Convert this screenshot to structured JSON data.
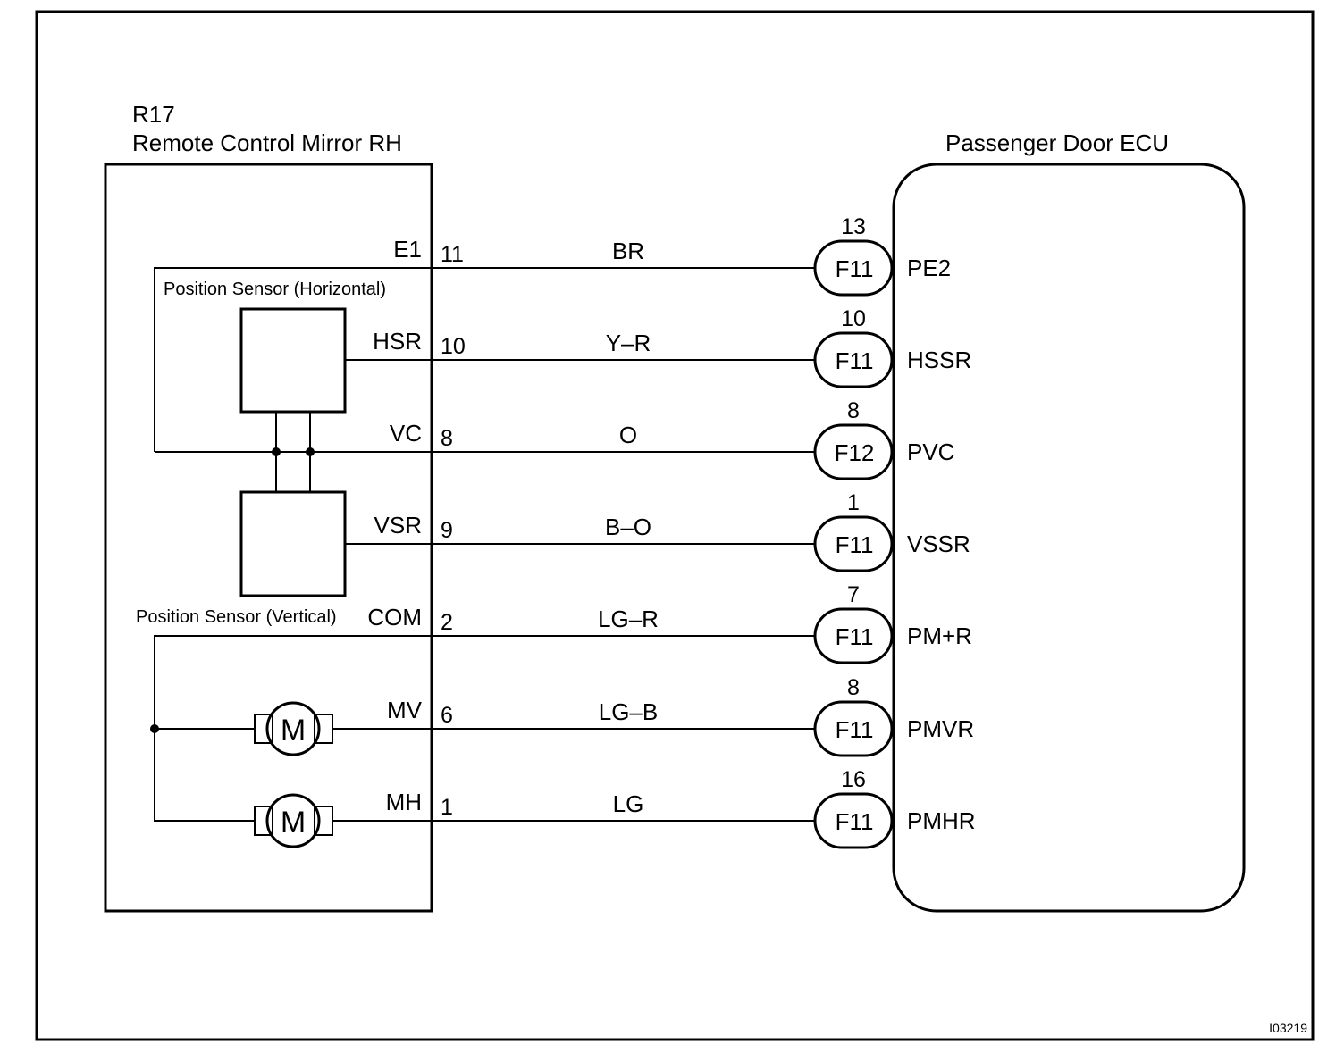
{
  "frame": {
    "id": "I03219"
  },
  "mirror": {
    "code": "R17",
    "name": "Remote Control Mirror RH",
    "sensor_horizontal": "Position Sensor (Horizontal)",
    "sensor_vertical": "Position Sensor (Vertical)",
    "motor_symbol": "M"
  },
  "ecu": {
    "name": "Passenger Door ECU"
  },
  "circuits": [
    {
      "terminal": "E1",
      "pin": "11",
      "wire": "BR",
      "conn_pin": "13",
      "connector": "F11",
      "ecu_terminal": "PE2"
    },
    {
      "terminal": "HSR",
      "pin": "10",
      "wire": "Y–R",
      "conn_pin": "10",
      "connector": "F11",
      "ecu_terminal": "HSSR"
    },
    {
      "terminal": "VC",
      "pin": "8",
      "wire": "O",
      "conn_pin": "8",
      "connector": "F12",
      "ecu_terminal": "PVC"
    },
    {
      "terminal": "VSR",
      "pin": "9",
      "wire": "B–O",
      "conn_pin": "1",
      "connector": "F11",
      "ecu_terminal": "VSSR"
    },
    {
      "terminal": "COM",
      "pin": "2",
      "wire": "LG–R",
      "conn_pin": "7",
      "connector": "F11",
      "ecu_terminal": "PM+R"
    },
    {
      "terminal": "MV",
      "pin": "6",
      "wire": "LG–B",
      "conn_pin": "8",
      "connector": "F11",
      "ecu_terminal": "PMVR"
    },
    {
      "terminal": "MH",
      "pin": "1",
      "wire": "LG",
      "conn_pin": "16",
      "connector": "F11",
      "ecu_terminal": "PMHR"
    }
  ]
}
